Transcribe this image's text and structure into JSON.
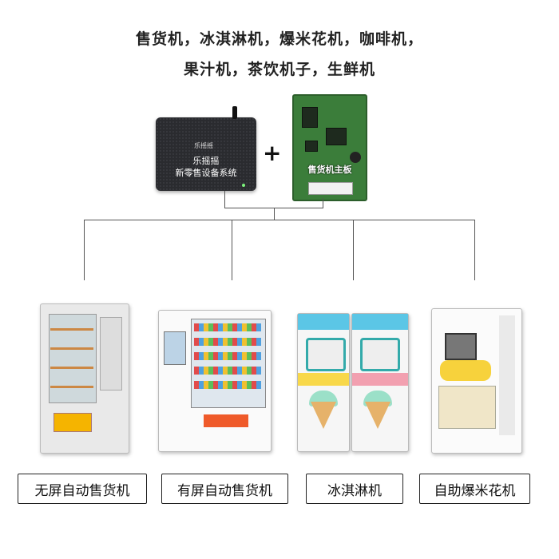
{
  "headline": {
    "line1": "售货机，冰淇淋机，爆米花机，咖啡机，",
    "line2": "果汁机，茶饮机子，生鲜机"
  },
  "system_box": {
    "logo": "乐摇摇",
    "line1": "乐摇摇",
    "line2": "新零售设备系统"
  },
  "plus_sign": "+",
  "mainboard": {
    "label": "售货机主板"
  },
  "machines": [
    {
      "name": "无屏自动售货机"
    },
    {
      "name": "有屏自动售货机"
    },
    {
      "name": "冰淇淋机"
    },
    {
      "name": "自助爆米花机"
    }
  ]
}
